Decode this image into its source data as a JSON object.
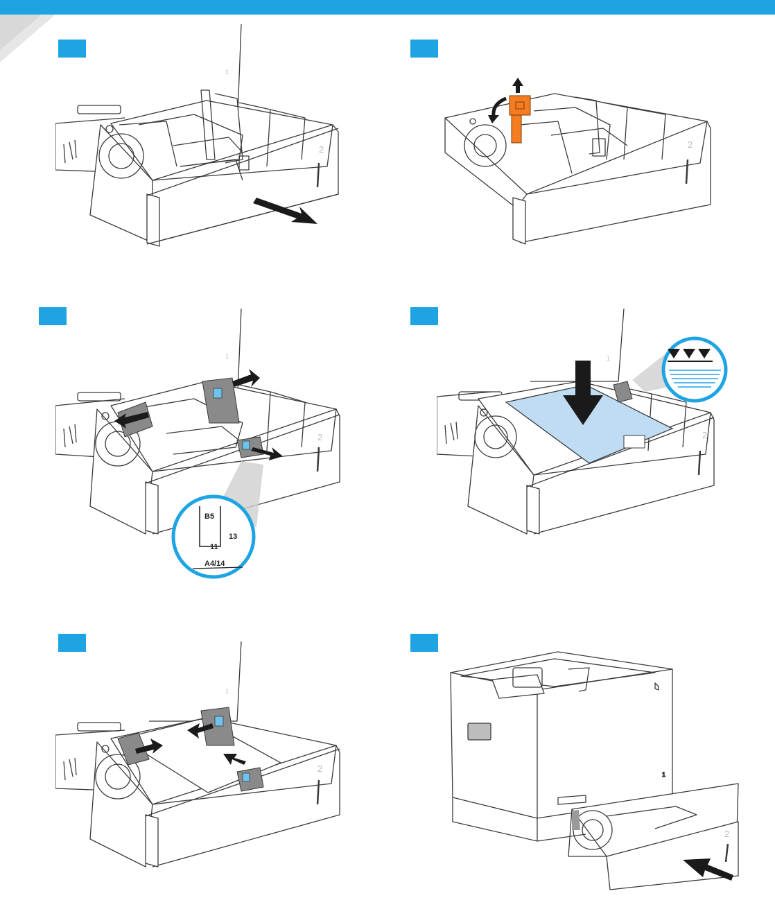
{
  "header": {
    "accent_color": "#1ea3e3",
    "section_glyph": ""
  },
  "steps": [
    {
      "number": "",
      "illustration": "tray-pull-out"
    },
    {
      "number": "",
      "illustration": "tray-remove-orange-lock"
    },
    {
      "number": "",
      "illustration": "tray-adjust-guides",
      "zoom_labels": [
        "B5",
        "11",
        "13",
        "A4/14"
      ]
    },
    {
      "number": "",
      "illustration": "tray-load-paper"
    },
    {
      "number": "",
      "illustration": "tray-guides-against-stack"
    },
    {
      "number": "",
      "illustration": "printer-close-tray"
    }
  ],
  "tray": {
    "tray_number": "2",
    "printer_tray_number": "1"
  },
  "colors": {
    "accent": "#1ea3e3",
    "paper": "#bfdcf3",
    "lock": "#f57c20",
    "guide": "#8a8a8a",
    "line": "#3a3a3a"
  }
}
